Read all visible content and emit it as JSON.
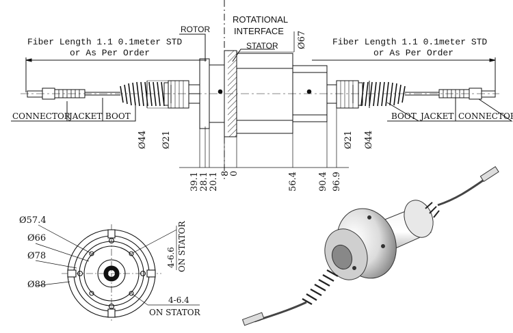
{
  "labels": {
    "rotor": "ROTOR",
    "rotational_line1": "ROTATIONAL",
    "rotational_line2": "INTERFACE",
    "stator": "STATOR",
    "fiber_left_line1": "Fiber Length 1.1 0.1meter STD",
    "fiber_left_line2": "or As Per Order",
    "fiber_right_line1": "Fiber Length 1.1 0.1meter STD",
    "fiber_right_line2": "or As Per Order",
    "connector_left": "CONNECTOR",
    "jacket_left": "JACKET",
    "boot_left": "BOOT",
    "boot_right": "BOOT",
    "jacket_right": "JACKET",
    "connector_right": "CONNECTOR",
    "holes_top_line1": "4-6.6",
    "holes_top_line2": "ON STATOR",
    "holes_bottom_line1": "4-6.4",
    "holes_bottom_line2": "ON STATOR"
  },
  "dimensions": {
    "dia_67": "Ø67",
    "dia_44_left": "Ø44",
    "dia_21_left": "Ø21",
    "dia_21_right": "Ø21",
    "dia_44_right": "Ø44",
    "len_39_1": "39.1",
    "len_28_1": "28.1",
    "len_20_1": "20.1",
    "len_8": "8",
    "len_0": "0",
    "len_56_4": "56.4",
    "len_90_4": "90.4",
    "len_96_9": "96.9",
    "dia_57_4": "Ø57.4",
    "dia_66": "Ø66",
    "dia_78": "Ø78",
    "dia_88": "Ø88"
  }
}
